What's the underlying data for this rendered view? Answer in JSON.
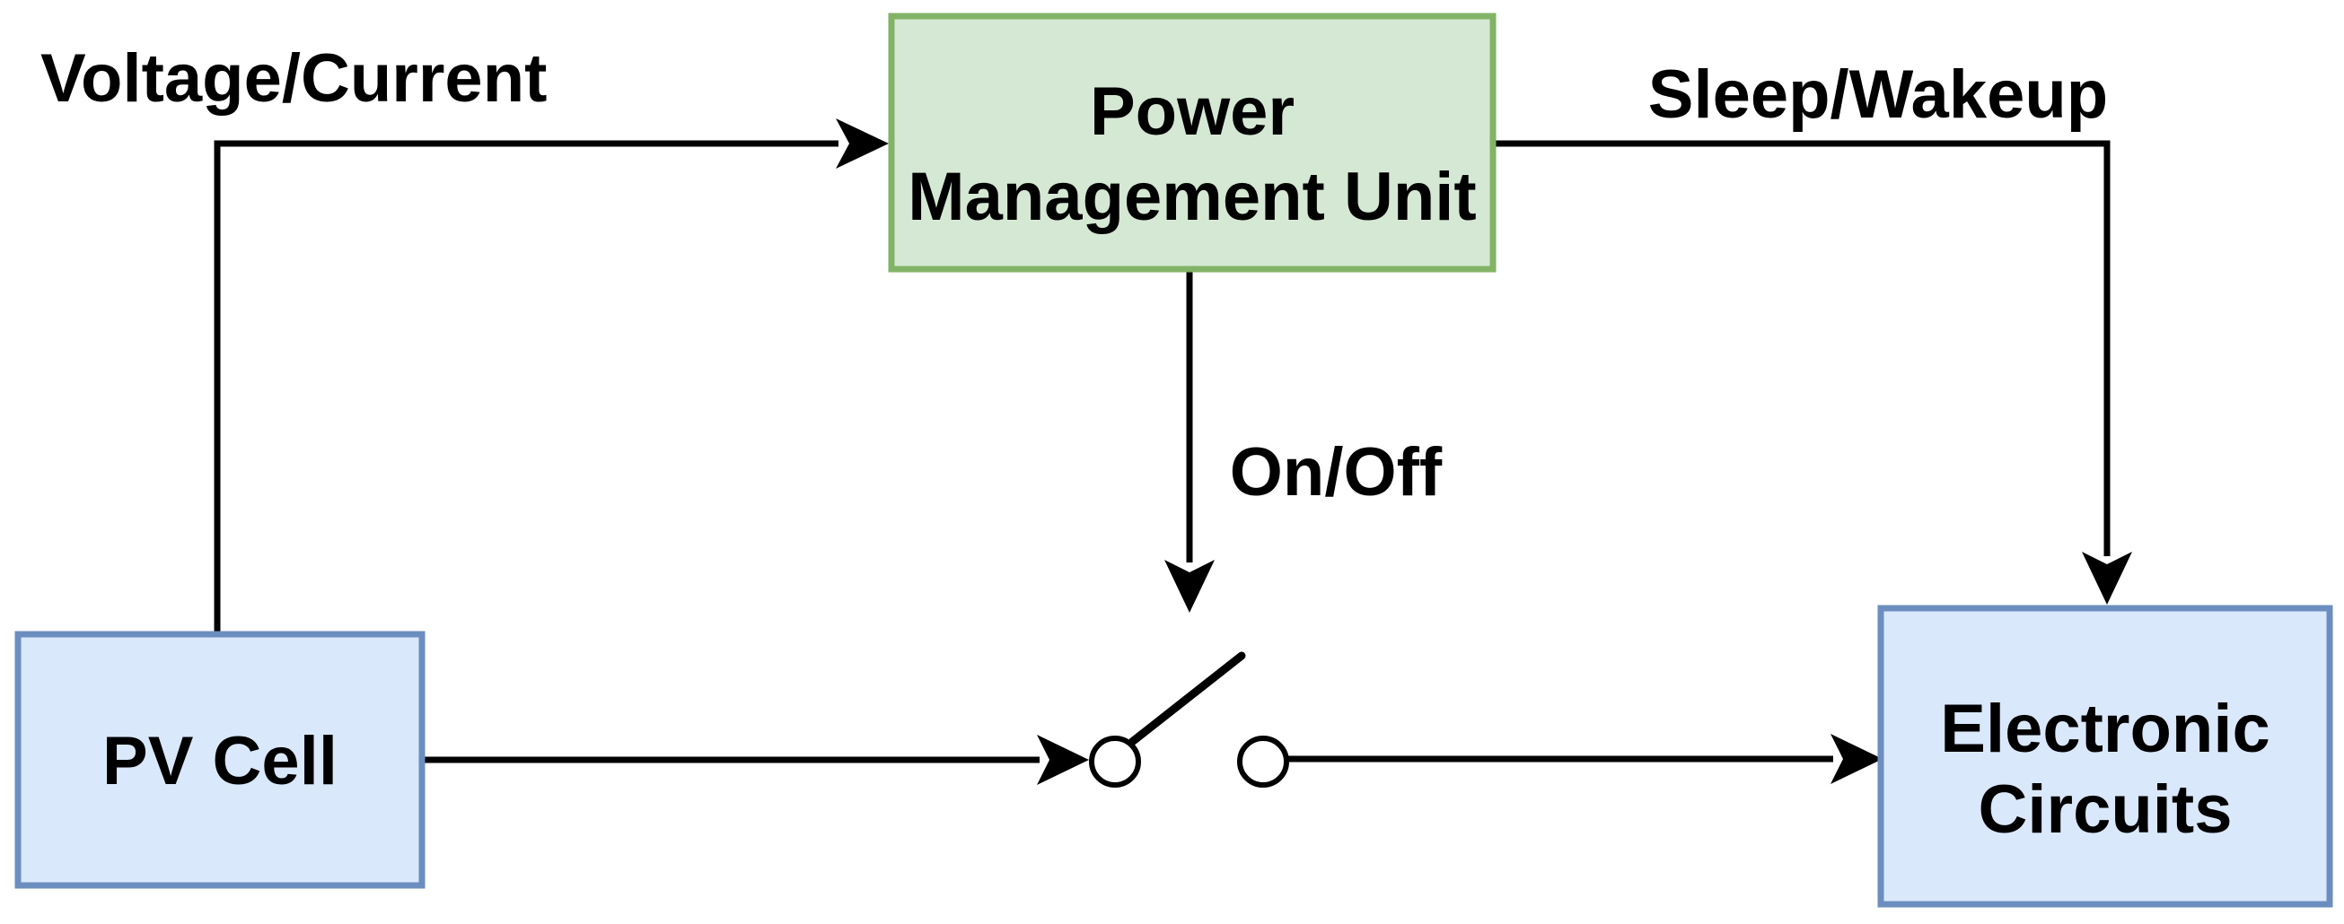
{
  "diagram": {
    "nodes": {
      "power_management_unit": {
        "line1": "Power",
        "line2": "Management Unit"
      },
      "pv_cell": {
        "label": "PV Cell"
      },
      "electronic_circuits": {
        "line1": "Electronic",
        "line2": "Circuits"
      }
    },
    "edge_labels": {
      "voltage_current": "Voltage/Current",
      "sleep_wakeup": "Sleep/Wakeup",
      "on_off": "On/Off"
    },
    "switch": {
      "state": "open"
    },
    "colors": {
      "pmu_fill": "#d5e8d4",
      "pmu_stroke": "#82b366",
      "node_fill": "#dae8fc",
      "node_stroke": "#6c8ebf",
      "line": "#000000",
      "text": "#000000",
      "background": "#ffffff",
      "switch_contact_fill": "#ffffff"
    }
  }
}
